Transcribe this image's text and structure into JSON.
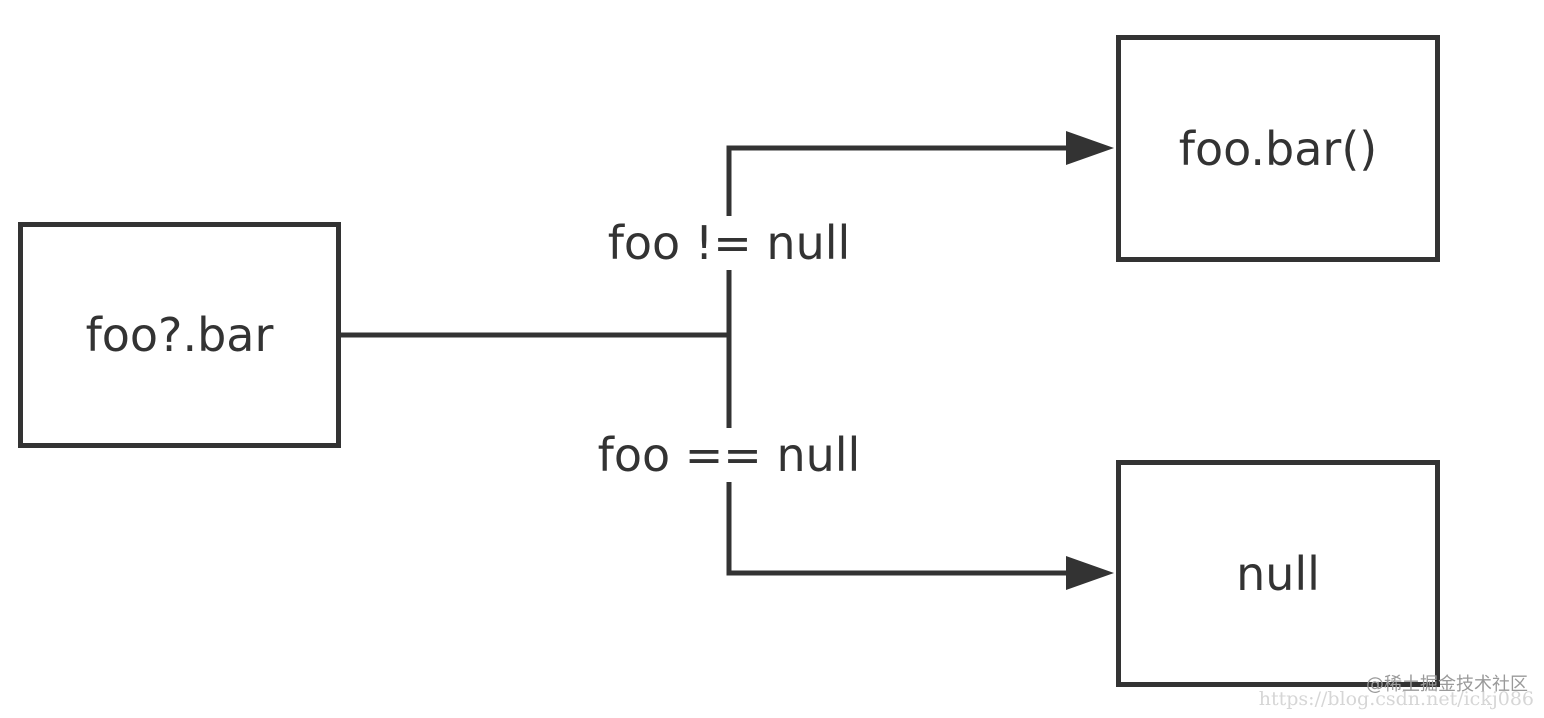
{
  "diagram": {
    "nodes": {
      "source": "foo?.bar",
      "call": "foo.bar()",
      "null_result": "null"
    },
    "edges": {
      "not_null": "foo != null",
      "is_null": "foo == null"
    }
  },
  "watermark": {
    "url": "https://blog.csdn.net/ickj086",
    "badge": "@稀土掘金技术社区"
  },
  "colors": {
    "stroke": "#333333",
    "background": "#ffffff"
  }
}
